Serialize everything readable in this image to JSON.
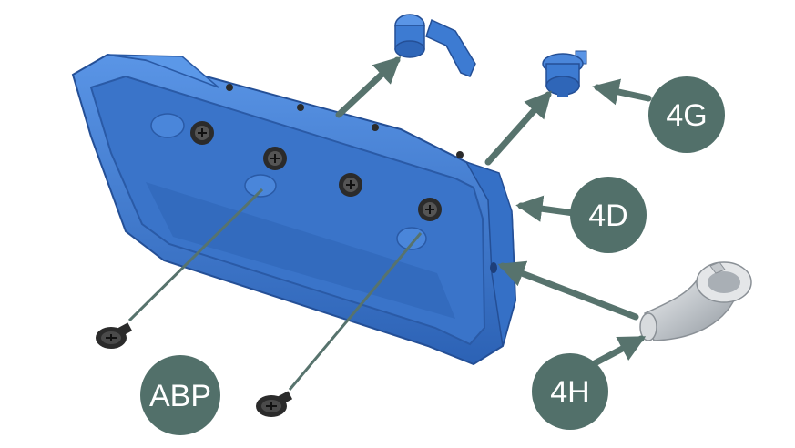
{
  "colors": {
    "callout_fill": "#52706a",
    "callout_text": "#ffffff",
    "arrow": "#57736d",
    "cover_blue": "#3f7fd6",
    "cover_dark": "#2a5fae",
    "cover_inner": "#356fc4",
    "screw": "#2b2b2b",
    "metal": "#c9cdd1"
  },
  "parts": [
    {
      "id": "valve_cover",
      "icon": "valve-cover-icon"
    },
    {
      "id": "oil_cap",
      "icon": "oil-filler-cap-icon"
    },
    {
      "id": "breather_nipple",
      "icon": "breather-nipple-icon"
    },
    {
      "id": "elbow_pipe",
      "icon": "elbow-pipe-icon"
    },
    {
      "id": "screws",
      "icon": "screw-icon"
    }
  ],
  "callouts": {
    "abp": "ABP",
    "4h": "4H",
    "4g": "4G",
    "4d": "4D"
  }
}
